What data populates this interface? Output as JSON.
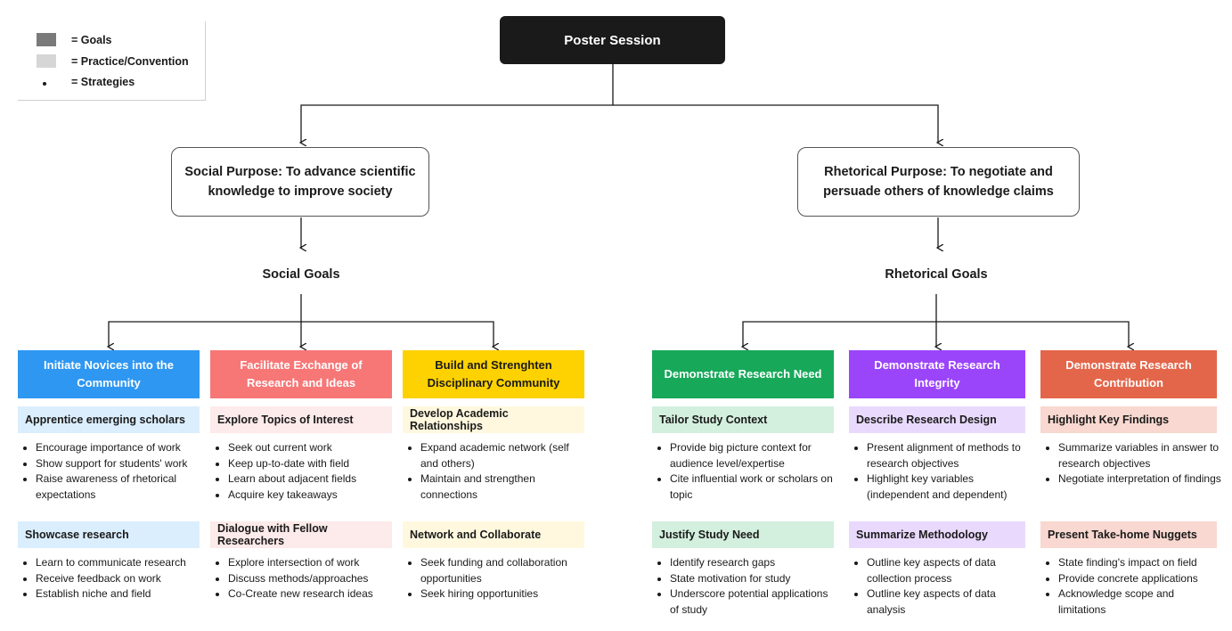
{
  "legend": [
    {
      "swatch_color": "#7a7a7a",
      "label": "= Goals"
    },
    {
      "swatch_color": "#d6d6d6",
      "label": "= Practice/Convention"
    },
    {
      "swatch_color": "#1a1a1a",
      "label": "= Strategies"
    }
  ],
  "root": {
    "title": "Poster Session"
  },
  "purposes": [
    {
      "text": "Social Purpose: To advance scientific knowledge to improve society",
      "goals_label": "Social Goals"
    },
    {
      "text": "Rhetorical Purpose: To negotiate and persuade others of knowledge claims",
      "goals_label": "Rhetorical Goals"
    }
  ],
  "columns": [
    {
      "goal": "Initiate Novices into the Community",
      "goal_color": "#2e97f2",
      "practice_color": "#dbeefd",
      "practices": [
        {
          "title": "Apprentice emerging scholars",
          "strategies": [
            "Encourage importance of work",
            "Show support for students' work",
            "Raise awareness of rhetorical expectations"
          ]
        },
        {
          "title": "Showcase research",
          "strategies": [
            "Learn to communicate research",
            "Receive feedback on work",
            "Establish niche and field"
          ]
        }
      ]
    },
    {
      "goal": "Facilitate Exchange of Research and Ideas",
      "goal_color": "#f77676",
      "practice_color": "#fdeaea",
      "practices": [
        {
          "title": "Explore Topics of Interest",
          "strategies": [
            "Seek out current work",
            "Keep up-to-date with field",
            "Learn about adjacent fields",
            "Acquire key takeaways"
          ]
        },
        {
          "title": "Dialogue with Fellow Researchers",
          "strategies": [
            "Explore intersection of work",
            "Discuss methods/approaches",
            "Co-Create new research ideas"
          ]
        }
      ]
    },
    {
      "goal": "Build and Strenghten Disciplinary Community",
      "goal_color": "#fed100",
      "goal_text_color": "#1a1a1a",
      "practice_color": "#fff8df",
      "practices": [
        {
          "title": "Develop Academic Relationships",
          "strategies": [
            "Expand academic network (self and others)",
            "Maintain and strengthen connections"
          ]
        },
        {
          "title": "Network and Collaborate",
          "strategies": [
            "Seek funding and collaboration opportunities",
            "Seek hiring opportunities"
          ]
        }
      ]
    },
    {
      "goal": "Demonstrate Research Need",
      "goal_color": "#17a85a",
      "practice_color": "#d3efde",
      "practices": [
        {
          "title": "Tailor Study Context",
          "strategies": [
            "Provide big picture context for audience level/expertise",
            "Cite influential work or scholars on topic"
          ]
        },
        {
          "title": "Justify Study Need",
          "strategies": [
            "Identify research gaps",
            "State motivation for study",
            "Underscore potential applications of study"
          ]
        }
      ]
    },
    {
      "goal": "Demonstrate Research Integrity",
      "goal_color": "#9b45fb",
      "practice_color": "#e9dafd",
      "practices": [
        {
          "title": "Describe Research Design",
          "strategies": [
            "Present alignment of methods to research objectives",
            "Highlight key variables (independent and dependent)"
          ]
        },
        {
          "title": "Summarize Methodology",
          "strategies": [
            "Outline key aspects of data collection process",
            "Outline key aspects of data analysis"
          ]
        }
      ]
    },
    {
      "goal": "Demonstrate Research Contribution",
      "goal_color": "#e3664a",
      "practice_color": "#f8d8d0",
      "practices": [
        {
          "title": "Highlight Key Findings",
          "strategies": [
            "Summarize variables in answer to research objectives",
            "Negotiate interpretation of findings"
          ]
        },
        {
          "title": "Present Take-home Nuggets",
          "strategies": [
            "State finding's impact on field",
            "Provide concrete applications",
            "Acknowledge scope and limitations"
          ]
        }
      ]
    }
  ]
}
